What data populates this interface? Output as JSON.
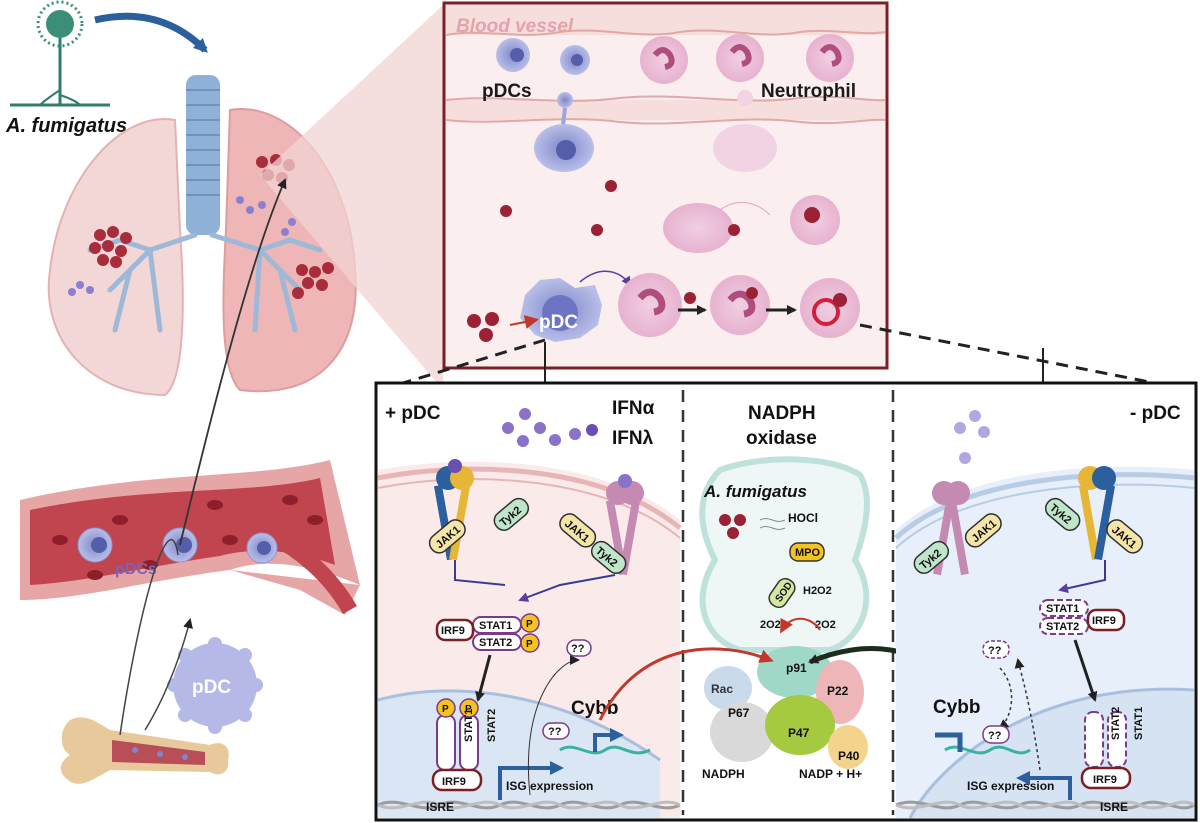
{
  "organism_label": "A. fumigatus",
  "inset": {
    "blood_vessel_label": "Blood vessel",
    "pdcs_label": "pDCs",
    "neutrophil_label": "Neutrophil",
    "pdc_label": "pDC"
  },
  "left_panel": {
    "vessel_pdcs_label": "pDCs",
    "marrow_pdc_label": "pDC"
  },
  "plus_panel": {
    "title": "+ pDC",
    "ifn_alpha": "IFNα",
    "ifn_lambda": "IFNλ",
    "jak1": "JAK1",
    "tyk2": "Tyk2",
    "stat1": "STAT1",
    "stat2": "STAT2",
    "irf9": "IRF9",
    "p": "P",
    "unknown": "??",
    "cybb": "Cybb",
    "isre": "ISRE",
    "isg_expression": "ISG expression"
  },
  "nadph_panel": {
    "title_line1": "NADPH",
    "title_line2": "oxidase",
    "organism": "A. fumigatus",
    "hocl": "HOCl",
    "mpo": "MPO",
    "sod": "SOD",
    "h2o2": "H2O2",
    "o2_left": "2O2-",
    "o2_right": "2O2",
    "rac": "Rac",
    "p91": "p91",
    "p22": "P22",
    "p67": "P67",
    "p47": "P47",
    "p40": "P40",
    "nadph": "NADPH",
    "nadp": "NADP + H+"
  },
  "minus_panel": {
    "title": "- pDC",
    "jak1": "JAK1",
    "tyk2": "Tyk2",
    "stat1": "STAT1",
    "stat2": "STAT2",
    "irf9": "IRF9",
    "unknown": "??",
    "cybb": "Cybb",
    "isre": "ISRE",
    "isg_expression": "ISG expression"
  }
}
